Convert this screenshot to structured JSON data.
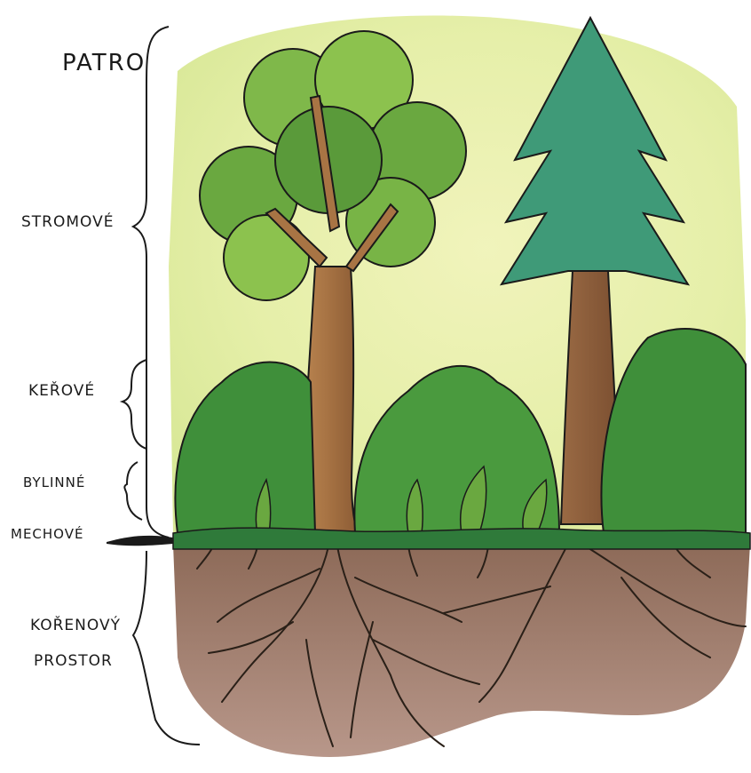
{
  "labels": {
    "patro": "PATRO",
    "stromove": "STROMOVÉ",
    "kerove": "KEŘOVÉ",
    "bylinne": "BYLINNÉ",
    "mechove": "MECHOVÉ",
    "korenovy": "KOŘENOVÝ",
    "prostor": "PROSTOR"
  },
  "colors": {
    "sky": "#e9f1b0",
    "leaf_light": "#8fc04a",
    "leaf_mid": "#5a9a3a",
    "shrub": "#3f8f3a",
    "spruce": "#3f9a78",
    "trunk": "#a87444",
    "moss": "#2f7a3a",
    "soil": "#a6806c",
    "roots": "#2a2018",
    "ink": "#1a1a1a"
  }
}
